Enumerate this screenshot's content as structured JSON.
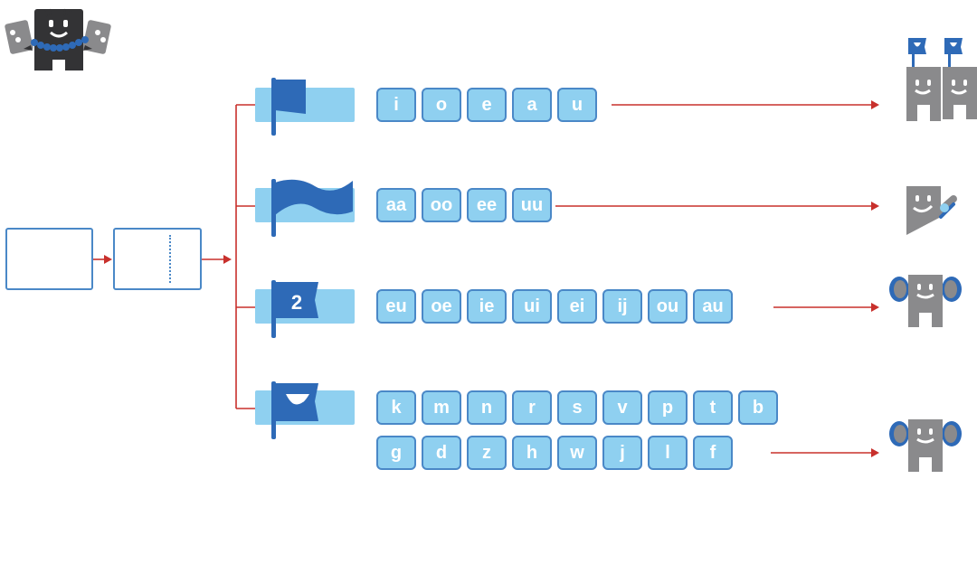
{
  "colors": {
    "line": "#c8302c",
    "tile_fill": "#8fd0f0",
    "tile_border": "#4a88c7",
    "flag_blue": "#2e6ab7",
    "mascot_gray": "#8a8a8c",
    "mascot_dark": "#333335"
  },
  "icons": {
    "top_left": "cheering-monster-icon",
    "flags": [
      "plain-flag-icon",
      "wavy-flag-icon",
      "number-two-flag-icon",
      "mouth-flag-icon"
    ],
    "results": [
      "two-monsters-with-flags-icon",
      "monster-with-pen-icon",
      "monster-with-big-ears-icon",
      "monster-with-big-ears-icon"
    ]
  },
  "rows": [
    {
      "id": "short-vowels",
      "flag_number": "",
      "lines": [
        [
          "i",
          "o",
          "e",
          "a",
          "u"
        ]
      ]
    },
    {
      "id": "long-vowels",
      "flag_number": "",
      "lines": [
        [
          "aa",
          "oo",
          "ee",
          "uu"
        ]
      ]
    },
    {
      "id": "diphthongs",
      "flag_number": "2",
      "lines": [
        [
          "eu",
          "oe",
          "ie",
          "ui",
          "ei",
          "ij",
          "ou",
          "au"
        ]
      ]
    },
    {
      "id": "consonants",
      "flag_number": "",
      "lines": [
        [
          "k",
          "m",
          "n",
          "r",
          "s",
          "v",
          "p",
          "t",
          "b"
        ],
        [
          "g",
          "d",
          "z",
          "h",
          "w",
          "j",
          "l",
          "f"
        ]
      ]
    }
  ]
}
